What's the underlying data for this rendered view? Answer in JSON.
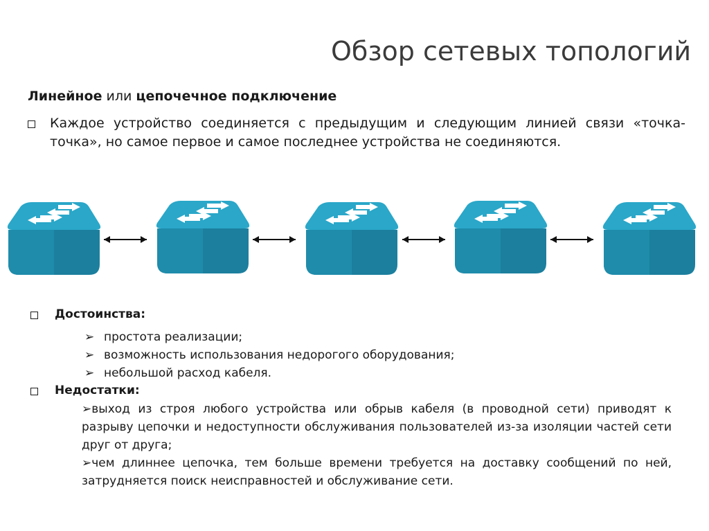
{
  "title": "Обзор сетевых топологий",
  "subtitle": {
    "bold_part_1": "Линейное",
    "connector": " или ",
    "bold_part_2": "цепочечное подключение"
  },
  "intro": "Каждое устройство соединяется с предыдущим и следующим линией связи «точка-точка», но самое первое и самое последнее устройства не соединяются.",
  "diagram": {
    "device_icon": "network-switch-icon",
    "device_count": 5,
    "device_color": "#1a8fb0",
    "link_icon": "double-arrow-icon"
  },
  "advantages": {
    "heading": "Достоинства:",
    "items": [
      "простота реализации;",
      "возможность использования недорогого оборудования;",
      "небольшой расход кабеля."
    ]
  },
  "disadvantages": {
    "heading": "Недостатки:",
    "items": [
      "выход из строя любого устройства или обрыв кабеля (в проводной сети) приводят к разрыву цепочки и недоступности обслуживания пользователей из-за изоляции частей сети друг от друга;",
      "чем длиннее цепочка, тем больше времени требуется на доставку сообщений по ней, затрудняется поиск неисправностей и обслуживание сети."
    ]
  }
}
